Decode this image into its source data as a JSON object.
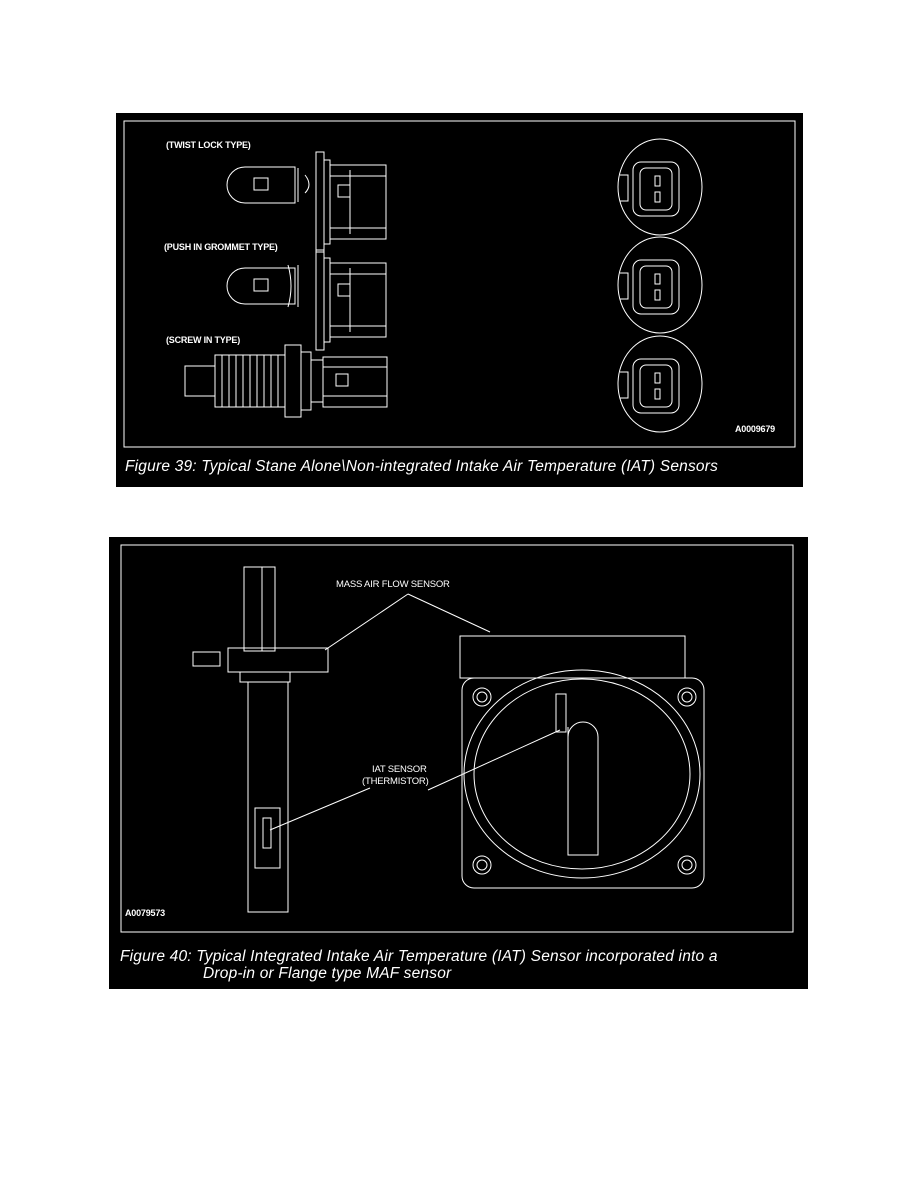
{
  "figure39": {
    "labels": {
      "twist_lock": "(TWIST LOCK TYPE)",
      "push_in": "(PUSH IN GROMMET TYPE)",
      "screw_in": "(SCREW IN TYPE)"
    },
    "art_id": "A0009679",
    "caption": "Figure 39: Typical Stane Alone\\Non-integrated Intake Air Temperature (IAT) Sensors"
  },
  "figure40": {
    "labels": {
      "maf": "MASS AIR FLOW SENSOR",
      "iat_line1": "IAT SENSOR",
      "iat_line2": "(THERMISTOR)"
    },
    "art_id": "A0079573",
    "caption_line1": "Figure 40: Typical Integrated Intake Air Temperature (IAT) Sensor incorporated into a",
    "caption_line2": "Drop-in or Flange type MAF sensor"
  }
}
